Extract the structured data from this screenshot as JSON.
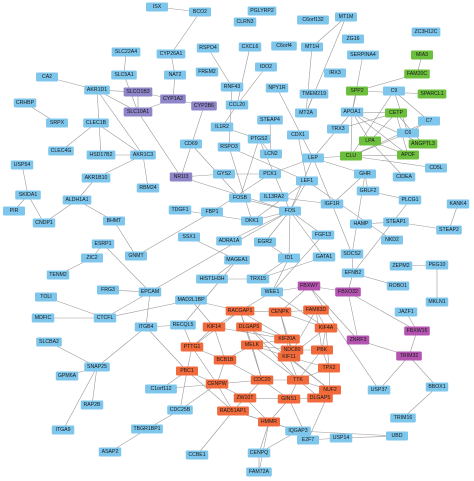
{
  "colors": {
    "blue": "#7ec6ec",
    "purple": "#8e86c8",
    "green": "#6cbf3c",
    "magenta": "#b454b0",
    "orange": "#f06a3c",
    "edge": "#9a9a9a"
  },
  "nodes": [
    {
      "id": "ISX",
      "g": "blue"
    },
    {
      "id": "BCO2",
      "g": "blue"
    },
    {
      "id": "PGLYRP2",
      "g": "blue"
    },
    {
      "id": "C6orf132",
      "g": "blue"
    },
    {
      "id": "CLRN3",
      "g": "blue"
    },
    {
      "id": "MT1M",
      "g": "blue"
    },
    {
      "id": "ZG16",
      "g": "blue"
    },
    {
      "id": "ZC3H12C",
      "g": "blue"
    },
    {
      "id": "SLC22A4",
      "g": "blue"
    },
    {
      "id": "CYP26A1",
      "g": "blue"
    },
    {
      "id": "RSPO4",
      "g": "blue"
    },
    {
      "id": "CXCL6",
      "g": "blue"
    },
    {
      "id": "C6orf4",
      "g": "blue"
    },
    {
      "id": "MT1H",
      "g": "blue"
    },
    {
      "id": "SERPINA4",
      "g": "blue"
    },
    {
      "id": "MIA3",
      "g": "green"
    },
    {
      "id": "SLC5A1",
      "g": "blue"
    },
    {
      "id": "NAT2",
      "g": "blue"
    },
    {
      "id": "FREM2",
      "g": "blue"
    },
    {
      "id": "IDO2",
      "g": "blue"
    },
    {
      "id": "IRX3",
      "g": "blue"
    },
    {
      "id": "FAM20C",
      "g": "green"
    },
    {
      "id": "CA2",
      "g": "blue"
    },
    {
      "id": "AKR1D1",
      "g": "blue"
    },
    {
      "id": "SLCO1B3",
      "g": "purple"
    },
    {
      "id": "CYP1A2",
      "g": "purple"
    },
    {
      "id": "RNF43",
      "g": "blue"
    },
    {
      "id": "NPY1R",
      "g": "blue"
    },
    {
      "id": "TMEM219",
      "g": "blue"
    },
    {
      "id": "SPP2",
      "g": "green"
    },
    {
      "id": "C9",
      "g": "blue"
    },
    {
      "id": "SPARCL1",
      "g": "green"
    },
    {
      "id": "CRHBP",
      "g": "blue"
    },
    {
      "id": "SLC10A1",
      "g": "purple"
    },
    {
      "id": "CYP2B6",
      "g": "purple"
    },
    {
      "id": "CCL20",
      "g": "blue"
    },
    {
      "id": "MT2A",
      "g": "blue"
    },
    {
      "id": "APOA1",
      "g": "blue"
    },
    {
      "id": "C7",
      "g": "blue"
    },
    {
      "id": "SRPX",
      "g": "blue"
    },
    {
      "id": "CLEC1B",
      "g": "blue"
    },
    {
      "id": "IL1R2",
      "g": "blue"
    },
    {
      "id": "STEAP4",
      "g": "blue"
    },
    {
      "id": "TRX3",
      "g": "blue"
    },
    {
      "id": "CETP",
      "g": "green"
    },
    {
      "id": "C6",
      "g": "blue"
    },
    {
      "id": "CLEC4G",
      "g": "blue"
    },
    {
      "id": "HSD17B2",
      "g": "blue"
    },
    {
      "id": "AKR1C3",
      "g": "blue"
    },
    {
      "id": "CD69",
      "g": "blue"
    },
    {
      "id": "RSPO3",
      "g": "blue"
    },
    {
      "id": "PTGS2",
      "g": "blue"
    },
    {
      "id": "CDX1",
      "g": "blue"
    },
    {
      "id": "LPA",
      "g": "green"
    },
    {
      "id": "ANGPTL3",
      "g": "green"
    },
    {
      "id": "USP54",
      "g": "blue"
    },
    {
      "id": "LCN2",
      "g": "blue"
    },
    {
      "id": "LEP",
      "g": "blue"
    },
    {
      "id": "CLU",
      "g": "green"
    },
    {
      "id": "APOF",
      "g": "green"
    },
    {
      "id": "CD5L",
      "g": "blue"
    },
    {
      "id": "SKIDA1",
      "g": "blue"
    },
    {
      "id": "AKR1B10",
      "g": "blue"
    },
    {
      "id": "RBM24",
      "g": "blue"
    },
    {
      "id": "NR1I3",
      "g": "purple"
    },
    {
      "id": "GYS2",
      "g": "blue"
    },
    {
      "id": "PCK1",
      "g": "blue"
    },
    {
      "id": "GHR",
      "g": "blue"
    },
    {
      "id": "CIDEA",
      "g": "blue"
    },
    {
      "id": "PIR",
      "g": "blue"
    },
    {
      "id": "ALDH1A1",
      "g": "blue"
    },
    {
      "id": "TDGF1",
      "g": "blue"
    },
    {
      "id": "FOSB",
      "g": "blue"
    },
    {
      "id": "LEF1",
      "g": "blue"
    },
    {
      "id": "GRLF2",
      "g": "blue"
    },
    {
      "id": "PLCG1",
      "g": "blue"
    },
    {
      "id": "KANK4",
      "g": "blue"
    },
    {
      "id": "CNDP1",
      "g": "blue"
    },
    {
      "id": "BHMT",
      "g": "blue"
    },
    {
      "id": "FBP1",
      "g": "blue"
    },
    {
      "id": "DKK1",
      "g": "blue"
    },
    {
      "id": "IL13RA2",
      "g": "blue"
    },
    {
      "id": "IGF1R",
      "g": "blue"
    },
    {
      "id": "STEAP1",
      "g": "blue"
    },
    {
      "id": "STEAP2",
      "g": "blue"
    },
    {
      "id": "ESRP1",
      "g": "blue"
    },
    {
      "id": "FOS",
      "g": "blue"
    },
    {
      "id": "HAMP",
      "g": "blue"
    },
    {
      "id": "ZIC2",
      "g": "blue"
    },
    {
      "id": "GNMT",
      "g": "blue"
    },
    {
      "id": "SSX1",
      "g": "blue"
    },
    {
      "id": "ADRA1A",
      "g": "blue"
    },
    {
      "id": "EGR2",
      "g": "blue"
    },
    {
      "id": "FGF13",
      "g": "blue"
    },
    {
      "id": "NKD2",
      "g": "blue"
    },
    {
      "id": "TENM2",
      "g": "blue"
    },
    {
      "id": "MAGEA1",
      "g": "blue"
    },
    {
      "id": "ID1",
      "g": "blue"
    },
    {
      "id": "GATA1",
      "g": "blue"
    },
    {
      "id": "SOCS2",
      "g": "blue"
    },
    {
      "id": "ZEPM2",
      "g": "blue"
    },
    {
      "id": "PEG10",
      "g": "blue"
    },
    {
      "id": "FRG3",
      "g": "blue"
    },
    {
      "id": "EPCAM",
      "g": "blue"
    },
    {
      "id": "HIST1H3H",
      "g": "blue"
    },
    {
      "id": "TRX15",
      "g": "blue"
    },
    {
      "id": "EFNB2",
      "g": "blue"
    },
    {
      "id": "TOLI",
      "g": "blue"
    },
    {
      "id": "ROBO1",
      "g": "blue"
    },
    {
      "id": "MDFIC",
      "g": "blue"
    },
    {
      "id": "CTCFL",
      "g": "blue"
    },
    {
      "id": "MAD2L1BP",
      "g": "blue"
    },
    {
      "id": "WEE1",
      "g": "blue"
    },
    {
      "id": "FBXW7",
      "g": "magenta"
    },
    {
      "id": "FBXO32",
      "g": "magenta"
    },
    {
      "id": "JAZF1",
      "g": "blue"
    },
    {
      "id": "MKLN1",
      "g": "blue"
    },
    {
      "id": "ITGB4",
      "g": "blue"
    },
    {
      "id": "RECQL5",
      "g": "blue"
    },
    {
      "id": "RACGAP1",
      "g": "orange"
    },
    {
      "id": "CENPK",
      "g": "orange"
    },
    {
      "id": "FAM83D",
      "g": "orange"
    },
    {
      "id": "KIF4A",
      "g": "orange"
    },
    {
      "id": "ZNRF3",
      "g": "magenta"
    },
    {
      "id": "FBXW16",
      "g": "magenta"
    },
    {
      "id": "SLCBA2",
      "g": "blue"
    },
    {
      "id": "KIF14",
      "g": "orange"
    },
    {
      "id": "DLGAP5",
      "g": "orange"
    },
    {
      "id": "KIF20A",
      "g": "orange"
    },
    {
      "id": "NDC80",
      "g": "orange"
    },
    {
      "id": "PBK",
      "g": "orange"
    },
    {
      "id": "TRIM32",
      "g": "magenta"
    },
    {
      "id": "SNAP25",
      "g": "blue"
    },
    {
      "id": "PTTG1",
      "g": "orange"
    },
    {
      "id": "BCB1B",
      "g": "orange"
    },
    {
      "id": "MELK",
      "g": "orange"
    },
    {
      "id": "KIF11",
      "g": "orange"
    },
    {
      "id": "TPX2",
      "g": "orange"
    },
    {
      "id": "GPM6A",
      "g": "blue"
    },
    {
      "id": "PBC1",
      "g": "orange"
    },
    {
      "id": "CENPW",
      "g": "orange"
    },
    {
      "id": "CDC20",
      "g": "orange"
    },
    {
      "id": "TTK",
      "g": "orange"
    },
    {
      "id": "NUF2",
      "g": "orange"
    },
    {
      "id": "USP37",
      "g": "blue"
    },
    {
      "id": "BBOX1",
      "g": "blue"
    },
    {
      "id": "C1orf112",
      "g": "blue"
    },
    {
      "id": "ZW10T",
      "g": "orange"
    },
    {
      "id": "GINS1",
      "g": "orange"
    },
    {
      "id": "DLGAP5b",
      "label": "DLGAP5",
      "g": "orange"
    },
    {
      "id": "TRIM16",
      "g": "blue"
    },
    {
      "id": "RAP2B",
      "g": "blue"
    },
    {
      "id": "CDC25B",
      "g": "blue"
    },
    {
      "id": "RAD51AP1",
      "g": "orange"
    },
    {
      "id": "HMMR",
      "g": "orange"
    },
    {
      "id": "USP14",
      "g": "blue"
    },
    {
      "id": "UBD",
      "g": "blue"
    },
    {
      "id": "ITGA9",
      "g": "blue"
    },
    {
      "id": "TBGR1BP1",
      "g": "blue"
    },
    {
      "id": "IQGAP3",
      "g": "blue"
    },
    {
      "id": "E2F7",
      "g": "blue"
    },
    {
      "id": "ASAP2",
      "g": "blue"
    },
    {
      "id": "CCBE1",
      "g": "blue"
    },
    {
      "id": "CENPQ",
      "g": "blue"
    },
    {
      "id": "FAM72A",
      "g": "blue"
    }
  ],
  "edges": [
    [
      "ISX",
      "BCO2"
    ],
    [
      "BCO2",
      "CYP26A1"
    ],
    [
      "CYP26A1",
      "NAT2"
    ],
    [
      "NAT2",
      "CYP1A2"
    ],
    [
      "CYP1A2",
      "CYP2B6"
    ],
    [
      "CYP2B6",
      "NR1I3"
    ],
    [
      "SLCO1B3",
      "SLC10A1"
    ],
    [
      "SLC10A1",
      "NR1I3"
    ],
    [
      "SLCO1B3",
      "CYP1A2"
    ],
    [
      "CYP1A2",
      "SLC10A1"
    ],
    [
      "AKR1D1",
      "SLCO1B3"
    ],
    [
      "AKR1D1",
      "SLC10A1"
    ],
    [
      "SLC5A1",
      "SLC10A1"
    ],
    [
      "SLC22A4",
      "SLC5A1"
    ],
    [
      "CA2",
      "AKR1D1"
    ],
    [
      "CRHBP",
      "SRPX"
    ],
    [
      "AKR1C3",
      "HSD17B2"
    ],
    [
      "AKR1C3",
      "AKR1B10"
    ],
    [
      "AKR1B10",
      "ALDH1A1"
    ],
    [
      "ALDH1A1",
      "CNDP1"
    ],
    [
      "ALDH1A1",
      "BHMT"
    ],
    [
      "BHMT",
      "GNMT"
    ],
    [
      "GNMT",
      "FBP1"
    ],
    [
      "FBP1",
      "PCK1"
    ],
    [
      "PCK1",
      "GYS2"
    ],
    [
      "GYS2",
      "NR1I3"
    ],
    [
      "CLEC1B",
      "CLEC4G"
    ],
    [
      "SKIDA1",
      "PIR"
    ],
    [
      "USP54",
      "SKIDA1"
    ],
    [
      "RSPO4",
      "RNF43"
    ],
    [
      "RNF43",
      "RSPO3"
    ],
    [
      "RSPO3",
      "LEF1"
    ],
    [
      "RSPO3",
      "DKK1"
    ],
    [
      "DKK1",
      "LEF1"
    ],
    [
      "DKK1",
      "FOS"
    ],
    [
      "CXCL6",
      "CCL20"
    ],
    [
      "CCL20",
      "IL1R2"
    ],
    [
      "IL1R2",
      "PTGS2"
    ],
    [
      "PTGS2",
      "LCN2"
    ],
    [
      "PTGS2",
      "FOS"
    ],
    [
      "PTGS2",
      "FOSB"
    ],
    [
      "CD69",
      "FOSB"
    ],
    [
      "FOSB",
      "FOS"
    ],
    [
      "NPY1R",
      "LEP"
    ],
    [
      "TMEM219",
      "MT2A"
    ],
    [
      "MT2A",
      "MT1M"
    ],
    [
      "MT1M",
      "MT1H"
    ],
    [
      "MT1H",
      "MT2A"
    ],
    [
      "IDO2",
      "CCL20"
    ],
    [
      "STEAP4",
      "LCN2"
    ],
    [
      "CDX1",
      "LEF1"
    ],
    [
      "LEF1",
      "FOS"
    ],
    [
      "LEP",
      "FOS"
    ],
    [
      "LEP",
      "CLU"
    ],
    [
      "LEP",
      "APOA1"
    ],
    [
      "LEP",
      "PCK1"
    ],
    [
      "LEP",
      "GHR"
    ],
    [
      "LEP",
      "IGF1R"
    ],
    [
      "IGF1R",
      "SOCS2"
    ],
    [
      "IGF1R",
      "GHR"
    ],
    [
      "GHR",
      "SOCS2"
    ],
    [
      "GHR",
      "GRLF2"
    ],
    [
      "SPP2",
      "APOA1"
    ],
    [
      "APOA1",
      "CETP"
    ],
    [
      "APOA1",
      "LPA"
    ],
    [
      "APOA1",
      "CLU"
    ],
    [
      "APOA1",
      "APOF"
    ],
    [
      "CETP",
      "LPA"
    ],
    [
      "CETP",
      "APOF"
    ],
    [
      "LPA",
      "APOF"
    ],
    [
      "CLU",
      "APOF"
    ],
    [
      "ANGPTL3",
      "APOA1"
    ],
    [
      "ANGPTL3",
      "CETP"
    ],
    [
      "C9",
      "C7"
    ],
    [
      "C9",
      "C6"
    ],
    [
      "C6",
      "C7"
    ],
    [
      "C9",
      "CLU"
    ],
    [
      "C6",
      "CLU"
    ],
    [
      "C7",
      "CLU"
    ],
    [
      "MIA3",
      "FAM20C"
    ],
    [
      "FAM20C",
      "SPP2"
    ],
    [
      "SPARCL1",
      "SPP2"
    ],
    [
      "CD5L",
      "CLU"
    ],
    [
      "TRX3",
      "CETP"
    ],
    [
      "CIDEA",
      "LPA"
    ],
    [
      "SERPINA4",
      "APOA1"
    ],
    [
      "FOS",
      "EGR2"
    ],
    [
      "FOS",
      "ID1"
    ],
    [
      "FOS",
      "GATA1"
    ],
    [
      "FOS",
      "FGF13"
    ],
    [
      "EGR2",
      "ID1"
    ],
    [
      "IL13RA2",
      "IGF1R"
    ],
    [
      "HAMP",
      "STEAP1"
    ],
    [
      "STEAP1",
      "STEAP2"
    ],
    [
      "NKD2",
      "LEF1"
    ],
    [
      "ADRA1A",
      "FOS"
    ],
    [
      "SSX1",
      "MAGEA1"
    ],
    [
      "MAGEA1",
      "HIST1H3H"
    ],
    [
      "TDGF1",
      "DKK1"
    ],
    [
      "ESRP1",
      "EPCAM"
    ],
    [
      "ZIC2",
      "ESRP1"
    ],
    [
      "EPCAM",
      "ITGB4"
    ],
    [
      "EPCAM",
      "CTCFL"
    ],
    [
      "TRX15",
      "HIST1H3H"
    ],
    [
      "SOCS2",
      "EFNB2"
    ],
    [
      "ROBO1",
      "EFNB2"
    ],
    [
      "ZEPM2",
      "PEG10"
    ],
    [
      "PEG10",
      "MKLN1"
    ],
    [
      "FBXW7",
      "FBXO32"
    ],
    [
      "FBXW7",
      "ZNRF3"
    ],
    [
      "FBXO32",
      "ZNRF3"
    ],
    [
      "ZNRF3",
      "TRIM32"
    ],
    [
      "TRIM32",
      "FBXW16"
    ],
    [
      "FBXW16",
      "FBXO32"
    ],
    [
      "FBXW7",
      "CENPK"
    ],
    [
      "FBXW7",
      "WEE1"
    ],
    [
      "WEE1",
      "RACGAP1"
    ],
    [
      "WEE1",
      "KIF4A"
    ],
    [
      "JAZF1",
      "FBXW16"
    ],
    [
      "USP37",
      "FBXW7"
    ],
    [
      "USP14",
      "UBD"
    ],
    [
      "TRIM16",
      "BBOX1"
    ],
    [
      "RACGAP1",
      "CENPK"
    ],
    [
      "RACGAP1",
      "KIF14"
    ],
    [
      "RACGAP1",
      "KIF20A"
    ],
    [
      "RACGAP1",
      "PTTG1"
    ],
    [
      "RACGAP1",
      "MELK"
    ],
    [
      "RACGAP1",
      "CDC20"
    ],
    [
      "CENPK",
      "FAM83D"
    ],
    [
      "CENPK",
      "KIF4A"
    ],
    [
      "CENPK",
      "NDC80"
    ],
    [
      "CENPK",
      "KIF20A"
    ],
    [
      "FAM83D",
      "KIF4A"
    ],
    [
      "FAM83D",
      "KIF11"
    ],
    [
      "FAM83D",
      "PBK"
    ],
    [
      "KIF4A",
      "PBK"
    ],
    [
      "KIF4A",
      "KIF11"
    ],
    [
      "KIF4A",
      "TPX2"
    ],
    [
      "KIF14",
      "PTTG1"
    ],
    [
      "KIF14",
      "BCB1B"
    ],
    [
      "KIF14",
      "KIF20A"
    ],
    [
      "KIF20A",
      "NDC80"
    ],
    [
      "KIF20A",
      "MELK"
    ],
    [
      "KIF20A",
      "KIF11"
    ],
    [
      "NDC80",
      "KIF11"
    ],
    [
      "NDC80",
      "PBK"
    ],
    [
      "NDC80",
      "MELK"
    ],
    [
      "PBK",
      "TPX2"
    ],
    [
      "PBK",
      "TTK"
    ],
    [
      "PTTG1",
      "BCB1B"
    ],
    [
      "PTTG1",
      "PBC1"
    ],
    [
      "PTTG1",
      "CENPW"
    ],
    [
      "BCB1B",
      "MELK"
    ],
    [
      "BCB1B",
      "CDC20"
    ],
    [
      "BCB1B",
      "CENPW"
    ],
    [
      "MELK",
      "KIF11"
    ],
    [
      "MELK",
      "CDC20"
    ],
    [
      "MELK",
      "TTK"
    ],
    [
      "KIF11",
      "TPX2"
    ],
    [
      "KIF11",
      "TTK"
    ],
    [
      "KIF11",
      "NUF2"
    ],
    [
      "TPX2",
      "NUF2"
    ],
    [
      "TPX2",
      "TTK"
    ],
    [
      "PBC1",
      "CENPW"
    ],
    [
      "PBC1",
      "RAD51AP1"
    ],
    [
      "CENPW",
      "CDC20"
    ],
    [
      "CENPW",
      "ZW10T"
    ],
    [
      "CENPW",
      "RAD51AP1"
    ],
    [
      "CDC20",
      "TTK"
    ],
    [
      "CDC20",
      "ZW10T"
    ],
    [
      "CDC20",
      "GINS1"
    ],
    [
      "TTK",
      "NUF2"
    ],
    [
      "TTK",
      "GINS1"
    ],
    [
      "TTK",
      "DLGAP5b"
    ],
    [
      "NUF2",
      "DLGAP5b"
    ],
    [
      "ZW10T",
      "RAD51AP1"
    ],
    [
      "ZW10T",
      "HMMR"
    ],
    [
      "ZW10T",
      "GINS1"
    ],
    [
      "GINS1",
      "HMMR"
    ],
    [
      "GINS1",
      "DLGAP5b"
    ],
    [
      "RAD51AP1",
      "HMMR"
    ],
    [
      "HMMR",
      "IQGAP3"
    ],
    [
      "DLGAP5",
      "KIF20A"
    ],
    [
      "DLGAP5",
      "NUF2"
    ],
    [
      "DLGAP5",
      "TTK"
    ],
    [
      "C1orf112",
      "CENPW"
    ],
    [
      "C1orf112",
      "PBC1"
    ],
    [
      "CDC25B",
      "CENPW"
    ],
    [
      "CDC25B",
      "PBC1"
    ],
    [
      "RECQL5",
      "PTTG1"
    ],
    [
      "MAD2L1BP",
      "RACGAP1"
    ],
    [
      "MAD2L1BP",
      "KIF14"
    ],
    [
      "E2F7",
      "NUF2"
    ],
    [
      "E2F7",
      "GINS1"
    ],
    [
      "IQGAP3",
      "RAD51AP1"
    ],
    [
      "IQGAP3",
      "CENPQ"
    ],
    [
      "CENPQ",
      "HMMR"
    ],
    [
      "CENPQ",
      "FAM72A"
    ],
    [
      "FAM72A",
      "HMMR"
    ],
    [
      "CCBE1",
      "RAD51AP1"
    ],
    [
      "ASAP2",
      "TBGR1BP1"
    ],
    [
      "TBGR1BP1",
      "CDC25B"
    ],
    [
      "ITGA9",
      "SNAP25"
    ],
    [
      "SNAP25",
      "ITGB4"
    ],
    [
      "SNAP25",
      "GPM6A"
    ],
    [
      "SLCBA2",
      "SNAP25"
    ],
    [
      "RAP2B",
      "SNAP25"
    ],
    [
      "MDFIC",
      "CTCFL"
    ],
    [
      "TOLI",
      "CTCFL"
    ],
    [
      "FRG3",
      "EPCAM"
    ],
    [
      "TENM2",
      "ZIC2"
    ],
    [
      "ITGB4",
      "RECQL5"
    ],
    [
      "CTCFL",
      "MAD2L1BP"
    ],
    [
      "GATA1",
      "TRX15"
    ],
    [
      "FGF13",
      "WEE1"
    ],
    [
      "ID1",
      "TRX15"
    ],
    [
      "ID1",
      "WEE1"
    ],
    [
      "MAGEA1",
      "RECQL5"
    ],
    [
      "EPCAM",
      "FOS"
    ],
    [
      "ITGB4",
      "PBC1"
    ],
    [
      "USP37",
      "TRIM32"
    ],
    [
      "BBOX1",
      "TRIM32"
    ],
    [
      "UBD",
      "IQGAP3"
    ],
    [
      "USP14",
      "E2F7"
    ],
    [
      "NR1I3",
      "FOS"
    ],
    [
      "RBM24",
      "AKR1C3"
    ],
    [
      "CLEC1B",
      "AKR1C3"
    ],
    [
      "AKR1D1",
      "AKR1C3"
    ],
    [
      "HSD17B2",
      "AKR1D1"
    ],
    [
      "CNDP1",
      "SKIDA1"
    ],
    [
      "EFNB2",
      "FBXO32"
    ],
    [
      "KANK4",
      "STEAP2"
    ],
    [
      "PLCG1",
      "EFNB2"
    ],
    [
      "GRLF2",
      "PLCG1"
    ]
  ]
}
